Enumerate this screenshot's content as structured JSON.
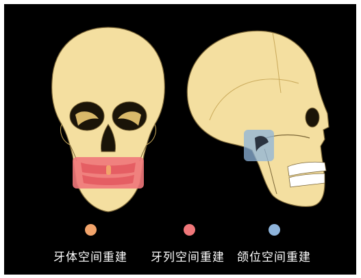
{
  "legend": [
    {
      "label": "牙体空间重建",
      "color": "#F2A46B"
    },
    {
      "label": "牙列空间重建",
      "color": "#F0777A"
    },
    {
      "label": "颌位空间重建",
      "color": "#8EB4DB"
    }
  ],
  "colors": {
    "background": "#000000",
    "bone": "#F4DFA0",
    "bone_shadow": "#D9B96A",
    "outline": "#7A6536",
    "dentition_overlay": "#F0777A",
    "tooth_overlay": "#F2A46B",
    "tmj_overlay": "#8EB4DB"
  }
}
